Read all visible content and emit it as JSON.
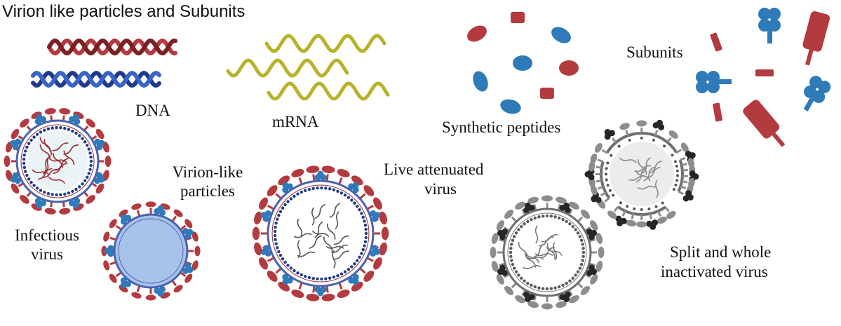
{
  "title": "Virion like particles and Subunits",
  "labels": {
    "dna": "DNA",
    "mrna": "mRNA",
    "peptides": "Synthetic peptides",
    "subunits": "Subunits",
    "vlp_line1": "Virion-like",
    "vlp_line2": "particles",
    "live_line1": "Live attenuated",
    "live_line2": "virus",
    "infectious_line1": "Infectious",
    "infectious_line2": "virus",
    "split_line1": "Split and whole",
    "split_line2": "inactivated virus"
  },
  "colors": {
    "red": "#b33a3e",
    "blue": "#2f7ab8",
    "navy": "#1f3a8c",
    "olive": "#b8b22a",
    "gray": "#8d8d8d",
    "black": "#262626",
    "membrane_blue": "#4b63b0",
    "core_fill": "#e6f2f5",
    "vlp_fill": "#a8c3ea"
  }
}
